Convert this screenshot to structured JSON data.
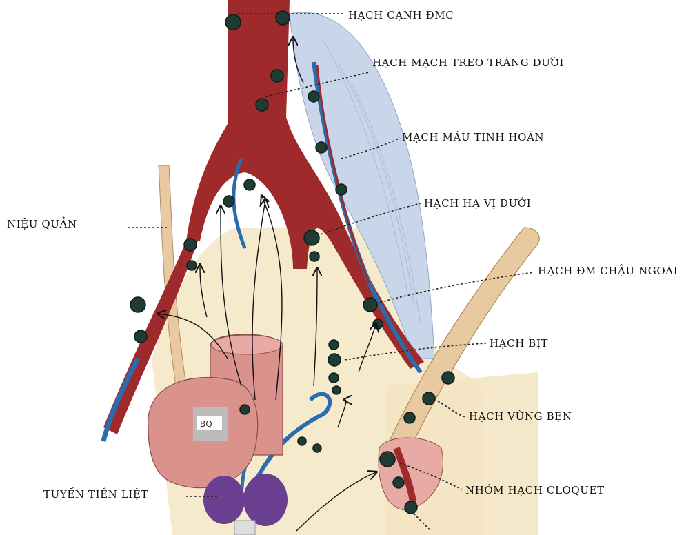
{
  "labels": {
    "hach_canh_dmc": "HẠCH CẠNH ĐMC",
    "hach_mach_treo_trang_duoi": "HẠCH MẠCH TREO TRÀNG DƯỚI",
    "mach_mau_tinh_hoan": "MẠCH MÁU TINH HOÀN",
    "hach_ha_vi_duoi": "HẠCH HẠ VỊ DƯỚI",
    "nieu_quan": "NIỆU QUẢN",
    "hach_dm_chau_ngoai": "HẠCH ĐM CHẬU NGOÀI",
    "hach_bit": "HẠCH BỊT",
    "hach_vung_ben": "HẠCH VÙNG BẸN",
    "nhom_hach_cloquet": "NHÓM HẠCH CLOQUET",
    "tuyen_tien_liet": "TUYẾN TIỀN LIỆT",
    "bq": "BQ"
  },
  "colors": {
    "artery": "#9e2a2b",
    "vein": "#2b6cb0",
    "node": "#1f3b33",
    "pelvis_bone": "#f4e6c4",
    "peritoneum": "#c9d6ea",
    "bladder": "#d9928c",
    "prostate": "#6b3f8f",
    "ureter": "#e8c9a0"
  }
}
